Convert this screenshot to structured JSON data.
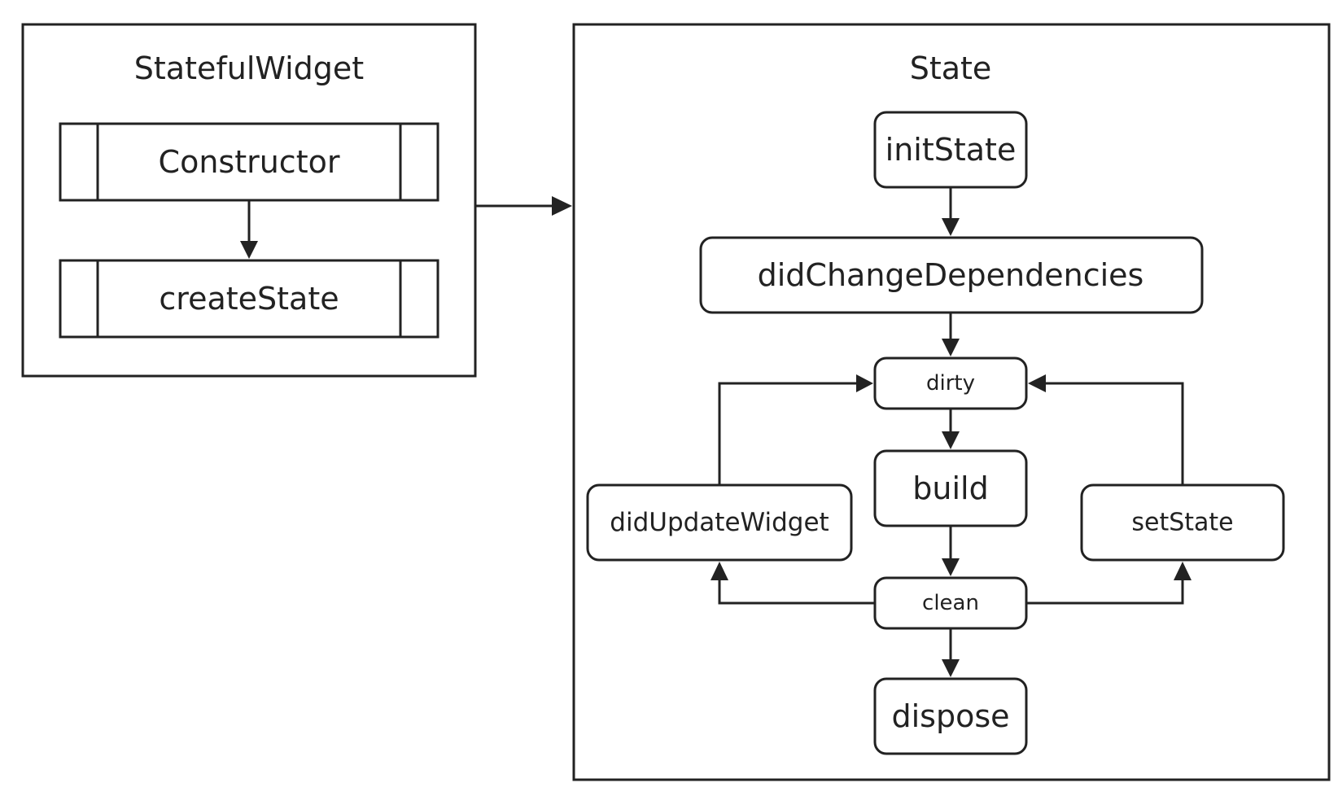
{
  "statefulWidget": {
    "title": "StatefulWidget",
    "constructor": "Constructor",
    "createState": "createState"
  },
  "state": {
    "title": "State",
    "initState": "initState",
    "didChangeDependencies": "didChangeDependencies",
    "dirty": "dirty",
    "build": "build",
    "clean": "clean",
    "dispose": "dispose",
    "didUpdateWidget": "didUpdateWidget",
    "setState": "setState"
  },
  "colors": {
    "stroke": "#222222",
    "background": "#ffffff"
  }
}
